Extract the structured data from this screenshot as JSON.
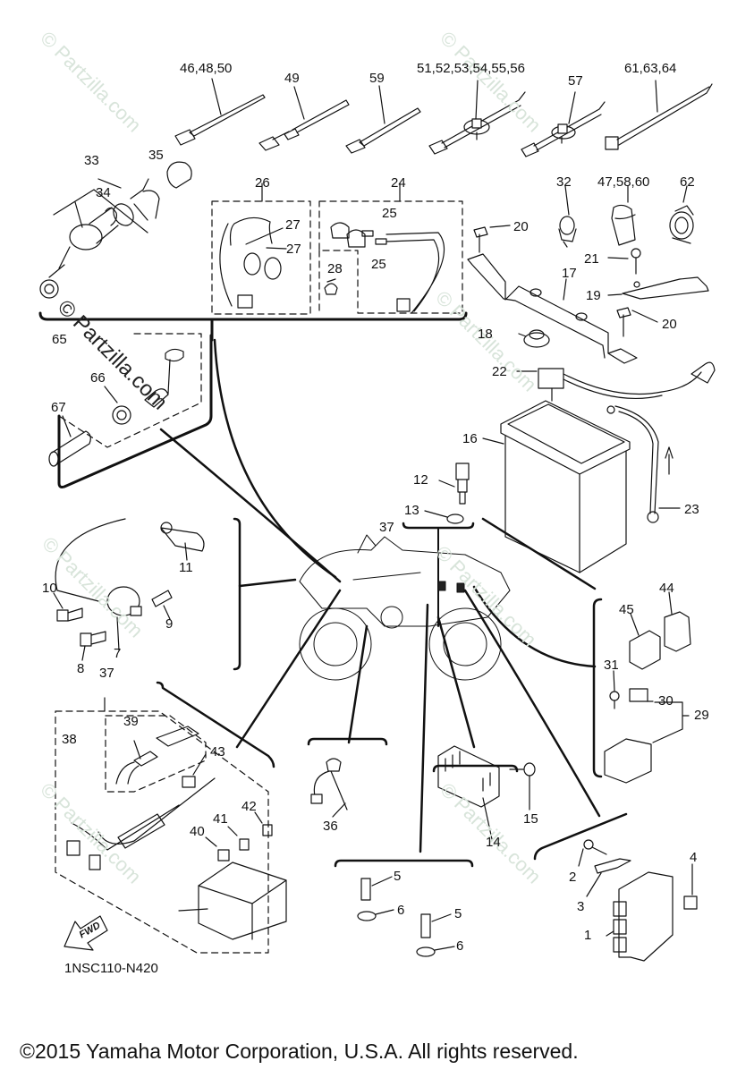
{
  "diagram": {
    "title": "Yamaha ATV Electrical Parts Diagram",
    "diagram_code": "1NSC110-N420",
    "copyright": "©2015 Yamaha Motor Corporation, U.S.A. All rights reserved.",
    "watermark": "© Partzilla.com",
    "direction_indicator": "FWD",
    "callouts": {
      "c1": "1",
      "c2": "2",
      "c3": "3",
      "c4": "4",
      "c5a": "5",
      "c5b": "5",
      "c6a": "6",
      "c6b": "6",
      "c7": "7",
      "c8": "8",
      "c9": "9",
      "c10": "10",
      "c11": "11",
      "c12": "12",
      "c13": "13",
      "c14": "14",
      "c15": "15",
      "c16": "16",
      "c17": "17",
      "c18": "18",
      "c19": "19",
      "c20a": "20",
      "c20b": "20",
      "c21": "21",
      "c22": "22",
      "c23": "23",
      "c24": "24",
      "c25a": "25",
      "c25b": "25",
      "c26": "26",
      "c27a": "27",
      "c27b": "27",
      "c28": "28",
      "c29": "29",
      "c30": "30",
      "c31": "31",
      "c32": "32",
      "c33": "33",
      "c34": "34",
      "c35": "35",
      "c36": "36",
      "c37a": "37",
      "c37b": "37",
      "c38": "38",
      "c39": "39",
      "c40": "40",
      "c41": "41",
      "c42": "42",
      "c43": "43",
      "c44": "44",
      "c45": "45",
      "c46": "46,48,50",
      "c47": "47,58,60",
      "c49": "49",
      "c51": "51,52,53,54,55,56",
      "c57": "57",
      "c59": "59",
      "c61": "61,63,64",
      "c62": "62",
      "c65": "65",
      "c66": "66",
      "c67": "67"
    }
  }
}
